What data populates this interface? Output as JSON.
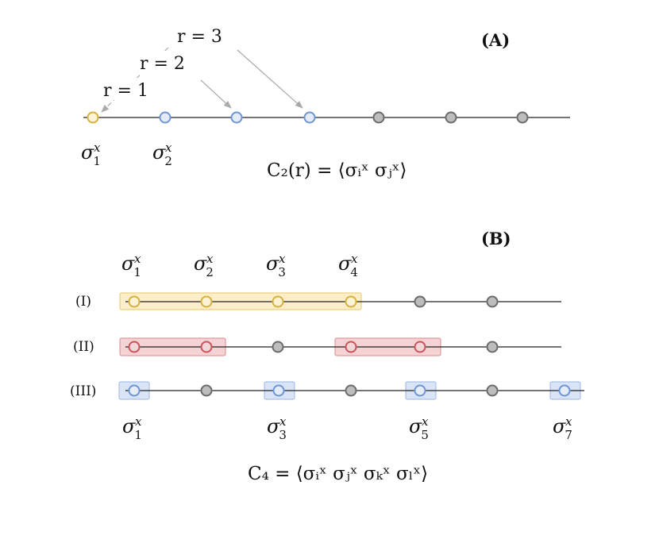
{
  "panel_a": {
    "label": "(A)",
    "r_labels": [
      "r = 1",
      "r = 2",
      "r = 3"
    ],
    "sigma_labels": [
      {
        "base": "σ",
        "sub": "1",
        "sup": "x"
      },
      {
        "base": "σ",
        "sub": "2",
        "sup": "x"
      }
    ],
    "formula": "C₂(r) = ⟨σᵢˣ σⱼˣ⟩",
    "nodes": [
      "yellow",
      "blue",
      "blue",
      "blue",
      "gray",
      "gray",
      "gray"
    ]
  },
  "panel_b": {
    "label": "(B)",
    "top_sigmas": [
      {
        "base": "σ",
        "sub": "1",
        "sup": "x"
      },
      {
        "base": "σ",
        "sub": "2",
        "sup": "x"
      },
      {
        "base": "σ",
        "sub": "3",
        "sup": "x"
      },
      {
        "base": "σ",
        "sub": "4",
        "sup": "x"
      }
    ],
    "rows": [
      {
        "label": "(I)",
        "nodes": [
          "yellow",
          "yellow",
          "yellow",
          "yellow",
          "gray",
          "gray"
        ]
      },
      {
        "label": "(II)",
        "nodes": [
          "red",
          "red",
          "gray",
          "red",
          "red",
          "gray"
        ]
      },
      {
        "label": "(III)",
        "nodes": [
          "blue",
          "gray",
          "blue",
          "gray",
          "blue",
          "gray",
          "blue"
        ]
      }
    ],
    "bottom_sigmas": [
      {
        "base": "σ",
        "sub": "1",
        "sup": "x"
      },
      {
        "base": "σ",
        "sub": "3",
        "sup": "x"
      },
      {
        "base": "σ",
        "sub": "5",
        "sup": "x"
      },
      {
        "base": "σ",
        "sub": "7",
        "sup": "x"
      }
    ],
    "formula": "C₄ = ⟨σᵢˣ σⱼˣ σₖˣ σₗˣ⟩"
  },
  "colors": {
    "yellow_stroke": "#d6b13c",
    "yellow_fill": "#fdf3d6",
    "yellow_box": "#fbeec8",
    "yellow_box_stroke": "#e6c96a",
    "blue_stroke": "#6f95d4",
    "blue_fill": "#e4ecf8",
    "blue_box": "#d9e5f6",
    "blue_box_stroke": "#9cb6e2",
    "red_stroke": "#c9535a",
    "red_fill": "#f5d6d8",
    "red_box": "#f5d3d4",
    "red_box_stroke": "#d98a8d",
    "gray_stroke": "#6b6b6b",
    "gray_fill": "#bdbdbd",
    "line": "#222222",
    "arrow": "#aaaaaa"
  }
}
